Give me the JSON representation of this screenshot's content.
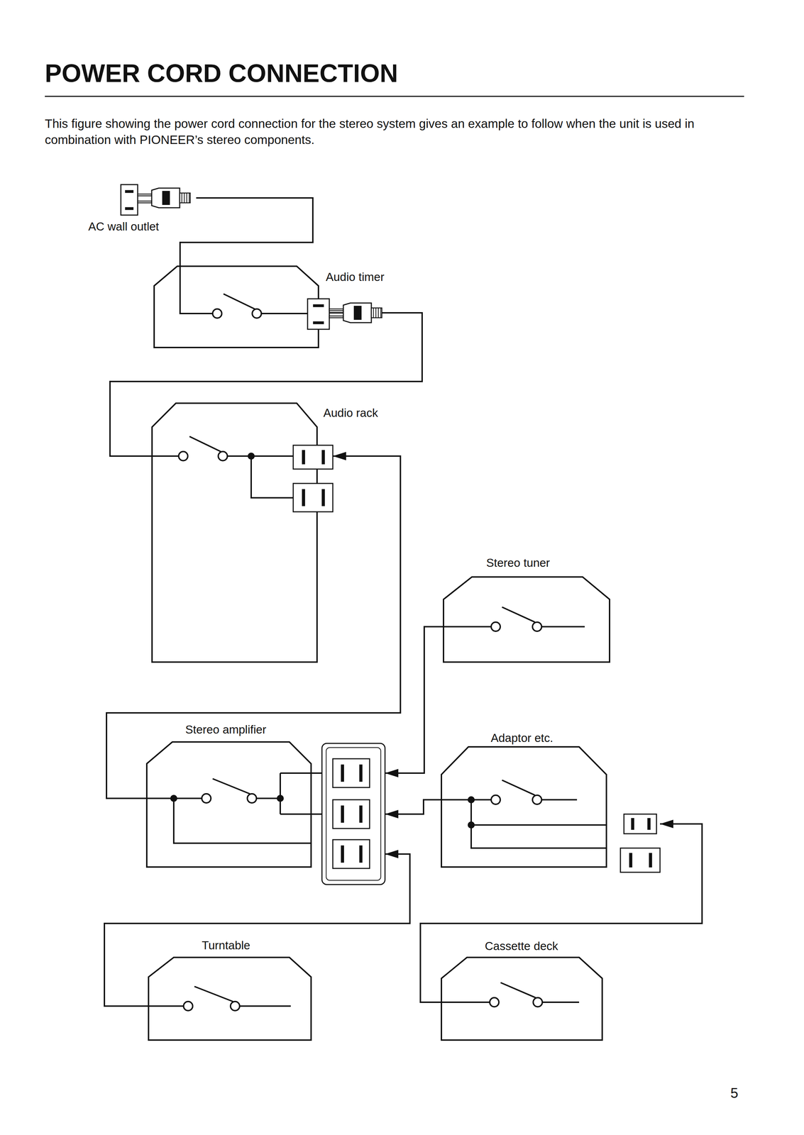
{
  "diagram": {
    "title": "POWER CORD CONNECTION",
    "caption": "This figure showing the power cord connection for the stereo system gives an example to follow when the unit is used in combination with PIONEER’s stereo components.",
    "nodes": [
      {
        "text": [
          "Audio timer"
        ]
      },
      {
        "text": [
          "Audio rack"
        ]
      },
      {
        "text": [
          "Stereo tuner"
        ]
      },
      {
        "text": [
          "Stereo amplifier"
        ]
      },
      {
        "text": [
          "Adaptor etc."
        ]
      },
      {
        "text": [
          "Turntable"
        ]
      },
      {
        "text": [
          "Cassette deck"
        ]
      }
    ],
    "edges": [
      {
        "from": 0,
        "to": 1,
        "arrow": "none"
      },
      {
        "from": 3,
        "to": 1,
        "arrow": "to"
      },
      {
        "from": 2,
        "to": 3,
        "arrow": "to"
      },
      {
        "from": 4,
        "to": 3,
        "arrow": "to"
      },
      {
        "from": 5,
        "to": 3,
        "arrow": "to"
      },
      {
        "from": 6,
        "to": 4,
        "arrow": "to"
      }
    ],
    "labels": [
      "AC wall outlet",
      "5"
    ]
  }
}
